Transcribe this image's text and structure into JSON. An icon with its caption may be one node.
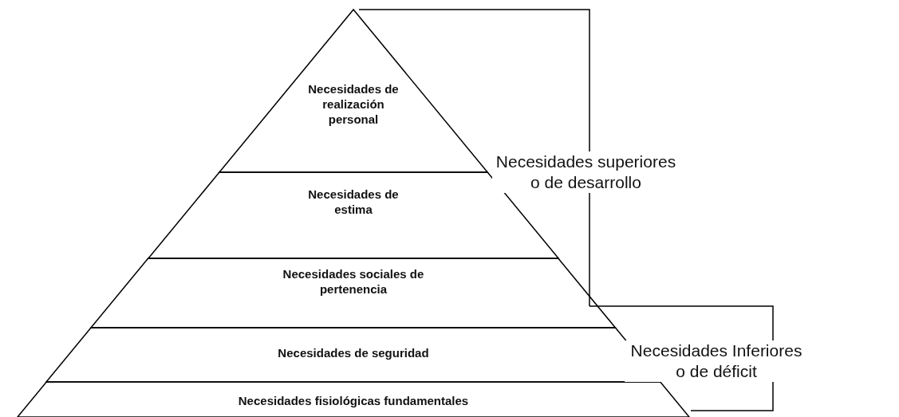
{
  "diagram": {
    "nodes": [
      {
        "text": [
          "Necesidades de realización personal"
        ]
      },
      {
        "text": [
          "Necesidades de estima"
        ]
      },
      {
        "text": [
          "Necesidades sociales de pertenencia"
        ]
      },
      {
        "text": [
          "Necesidades de seguridad"
        ]
      },
      {
        "text": [
          "Necesidades fisiológicas fundamentales"
        ]
      }
    ],
    "edges": [],
    "labels": [
      "Necesidades superiores o de desarrollo",
      "Necesidades Inferiores o de déficit"
    ]
  }
}
